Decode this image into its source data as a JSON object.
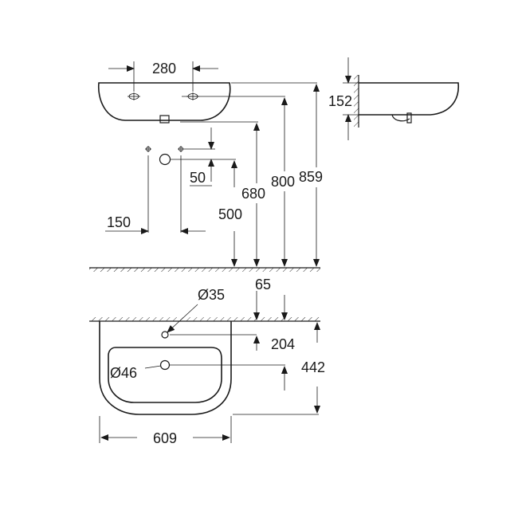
{
  "dimensions": {
    "width_280": "280",
    "height_152": "152",
    "gap_50": "50",
    "spacing_150": "150",
    "height_680": "680",
    "height_800": "800",
    "height_859": "859",
    "height_500": "500",
    "diameter_35": "Ø35",
    "offset_65": "65",
    "depth_204": "204",
    "depth_442": "442",
    "diameter_46": "Ø46",
    "width_609": "609"
  }
}
